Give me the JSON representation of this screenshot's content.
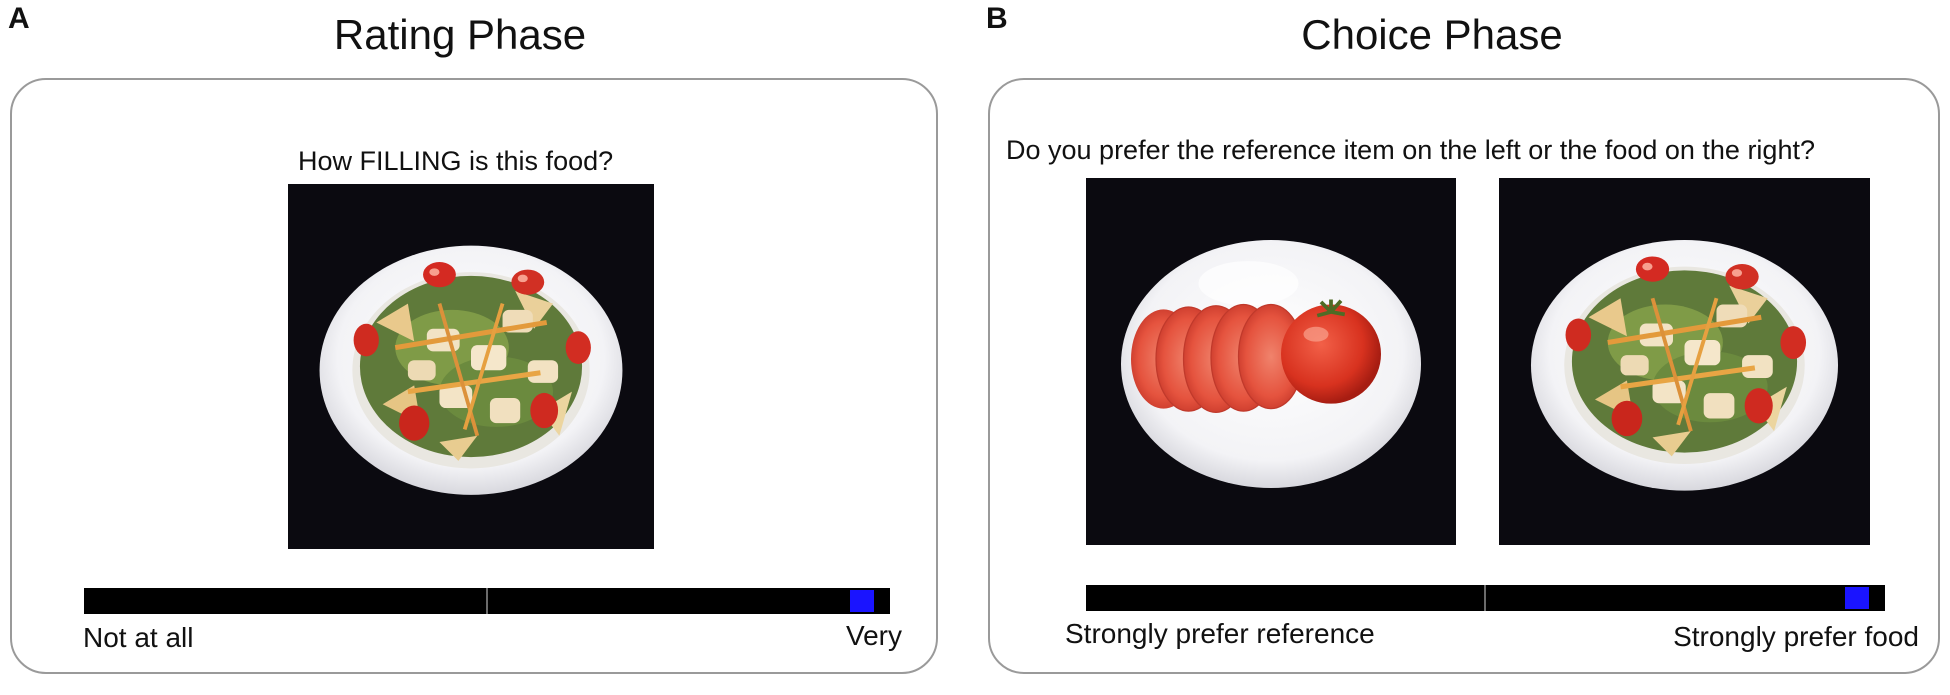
{
  "panel_a": {
    "letter": "A",
    "title": "Rating Phase",
    "prompt": "How FILLING is this food?",
    "image": {
      "content": "salad-plate"
    },
    "scale": {
      "left_label": "Not at all",
      "right_label": "Very",
      "marker_position": 0.965
    }
  },
  "panel_b": {
    "letter": "B",
    "title": "Choice Phase",
    "prompt": "Do you prefer the reference item on the left or the food on the right?",
    "left_image": {
      "content": "sliced-tomato-plate"
    },
    "right_image": {
      "content": "salad-plate"
    },
    "scale": {
      "left_label": "Strongly prefer reference",
      "right_label": "Strongly prefer food",
      "marker_position": 0.965
    }
  },
  "colors": {
    "marker": "#1a14ff",
    "bar": "#000000",
    "photo_background": "#0b0a10",
    "screen_border": "#9a9a9a"
  }
}
